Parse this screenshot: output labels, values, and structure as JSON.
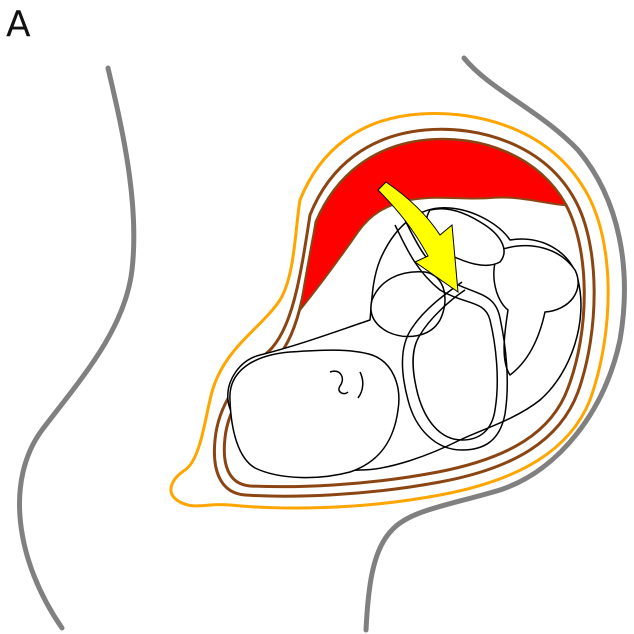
{
  "figure": {
    "panel_label": "A",
    "elements": [
      {
        "name": "maternal-body-outline",
        "color": "#808080"
      },
      {
        "name": "uterus-outer-wall",
        "color": "#FFA500"
      },
      {
        "name": "uterine-wall-layers",
        "color": "#8B4513"
      },
      {
        "name": "placental-hemorrhage",
        "color": "#FF0000"
      },
      {
        "name": "fetus",
        "color": "#000000"
      },
      {
        "name": "umbilical-cord",
        "color": "#000000"
      },
      {
        "name": "arrow",
        "color": "#FFFF00"
      }
    ]
  }
}
